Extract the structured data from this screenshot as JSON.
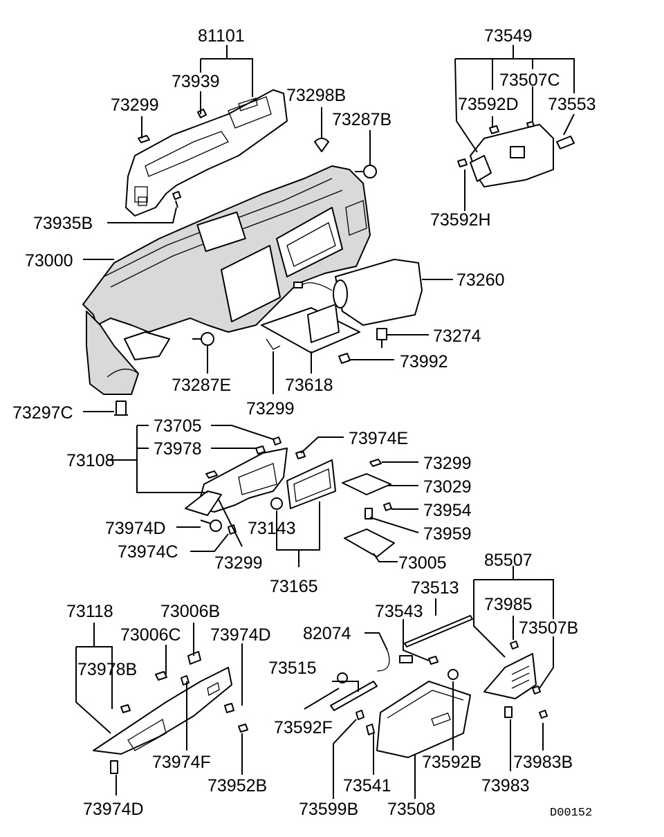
{
  "labels": {
    "p81101": "81101",
    "p73939": "73939",
    "p73299_top": "73299",
    "p73298B": "73298B",
    "p73287B": "73287B",
    "p73935B": "73935B",
    "p73000": "73000",
    "p73260": "73260",
    "p73274": "73274",
    "p73992": "73992",
    "p73287E": "73287E",
    "p73618": "73618",
    "p73299_mid": "73299",
    "p73297C": "73297C",
    "p73549": "73549",
    "p73507C": "73507C",
    "p73592D": "73592D",
    "p73553": "73553",
    "p73592H": "73592H",
    "p73705": "73705",
    "p73978": "73978",
    "p73108": "73108",
    "p73974E": "73974E",
    "p73299_r": "73299",
    "p73029": "73029",
    "p73954": "73954",
    "p73959": "73959",
    "p73974D_mid": "73974D",
    "p73143": "73143",
    "p73974C": "73974C",
    "p73299_low": "73299",
    "p73005": "73005",
    "p73165": "73165",
    "p85507": "85507",
    "p73513": "73513",
    "p73985": "73985",
    "p73543": "73543",
    "p73507B": "73507B",
    "p82074": "82074",
    "p73118": "73118",
    "p73006B": "73006B",
    "p73006C": "73006C",
    "p73974D_top": "73974D",
    "p73978B": "73978B",
    "p73515": "73515",
    "p73592F": "73592F",
    "p73974F": "73974F",
    "p73952B": "73952B",
    "p73592B": "73592B",
    "p73983B": "73983B",
    "p73541": "73541",
    "p73983": "73983",
    "p73974D_bot": "73974D",
    "p73599B": "73599B",
    "p73508": "73508"
  },
  "diagram_code": "D00152"
}
